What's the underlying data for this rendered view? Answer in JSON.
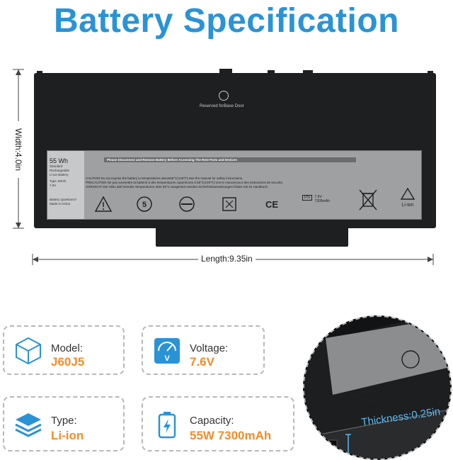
{
  "title": "Battery Specification",
  "battery": {
    "reserved_text": "Reserved forBase Door",
    "label": {
      "capacity_wh": "55 Wh",
      "type_line1": "Standard Rechargeable",
      "type_line2": "Li-ion Battery",
      "model_line": "Type J60J5",
      "voltage_line": "7.6V",
      "questions": "Battery Questions?",
      "made_in": "Made in China",
      "warning_bar": "Please Disconnect and Remove Battery Before Accessing The Rest Parts and Devices",
      "caution_en": "CAUTION Do not expose the battery to temperatures above65°C(149°F).See the manual for safety instructions.",
      "caution_fr": "PRECAUTION Ne pas soumettre la batterie à des temperatures superieures à 65°C(149°F).Voir le manuel pour des instructions de securite.",
      "caution_de": "VORSICHT Der Akku darf niemals Temperaturen uber 65°C ausgesetzt werden.Sicherheitsanweisungen finden Sie im Handbuch.",
      "ps_voltage": "7.6V",
      "ps_capacity": "7300mAh",
      "recycle_text": "Li-ion"
    }
  },
  "dimensions": {
    "width": "Width:4.0in",
    "length": "Length:9.35in",
    "thickness": "Thickness:0.25in"
  },
  "specs": [
    {
      "label": "Model:",
      "value": "J60J5",
      "icon": "cube-icon"
    },
    {
      "label": "Voltage:",
      "value": "7.6V",
      "icon": "voltmeter-icon"
    },
    {
      "label": "Type:",
      "value": "Li-ion",
      "icon": "layers-icon"
    },
    {
      "label": "Capacity:",
      "value": "55W 7300mAh",
      "icon": "battery-charge-icon"
    }
  ],
  "colors": {
    "title": "#2a93d6",
    "value": "#f28c28",
    "icon": "#2a93d6",
    "battery": "#1e1f21"
  }
}
